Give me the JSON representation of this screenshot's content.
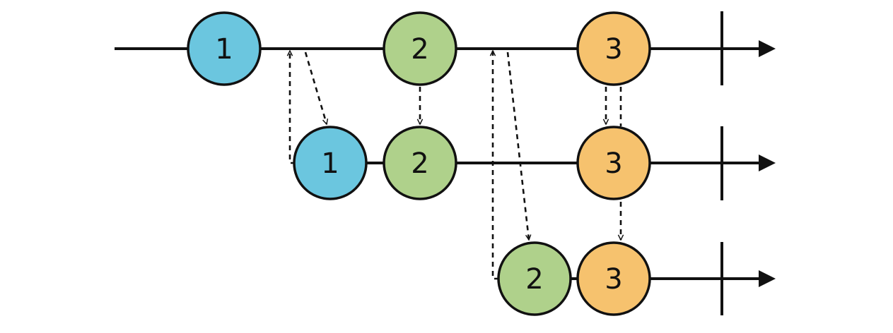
{
  "diagram": {
    "type": "marble-diagram",
    "timelines": [
      {
        "id": "top",
        "marbles": [
          {
            "label": "1",
            "color": "#6bc6df"
          },
          {
            "label": "2",
            "color": "#afd18b"
          },
          {
            "label": "3",
            "color": "#f6c26e"
          }
        ]
      },
      {
        "id": "middle",
        "marbles": [
          {
            "label": "1",
            "color": "#6bc6df"
          },
          {
            "label": "2",
            "color": "#afd18b"
          },
          {
            "label": "3",
            "color": "#f6c26e"
          }
        ]
      },
      {
        "id": "bottom",
        "marbles": [
          {
            "label": "2",
            "color": "#afd18b"
          },
          {
            "label": "3",
            "color": "#f6c26e"
          }
        ]
      }
    ],
    "colors": {
      "line": "#111111",
      "blue": "#6bc6df",
      "green": "#afd18b",
      "orange": "#f6c26e"
    }
  }
}
